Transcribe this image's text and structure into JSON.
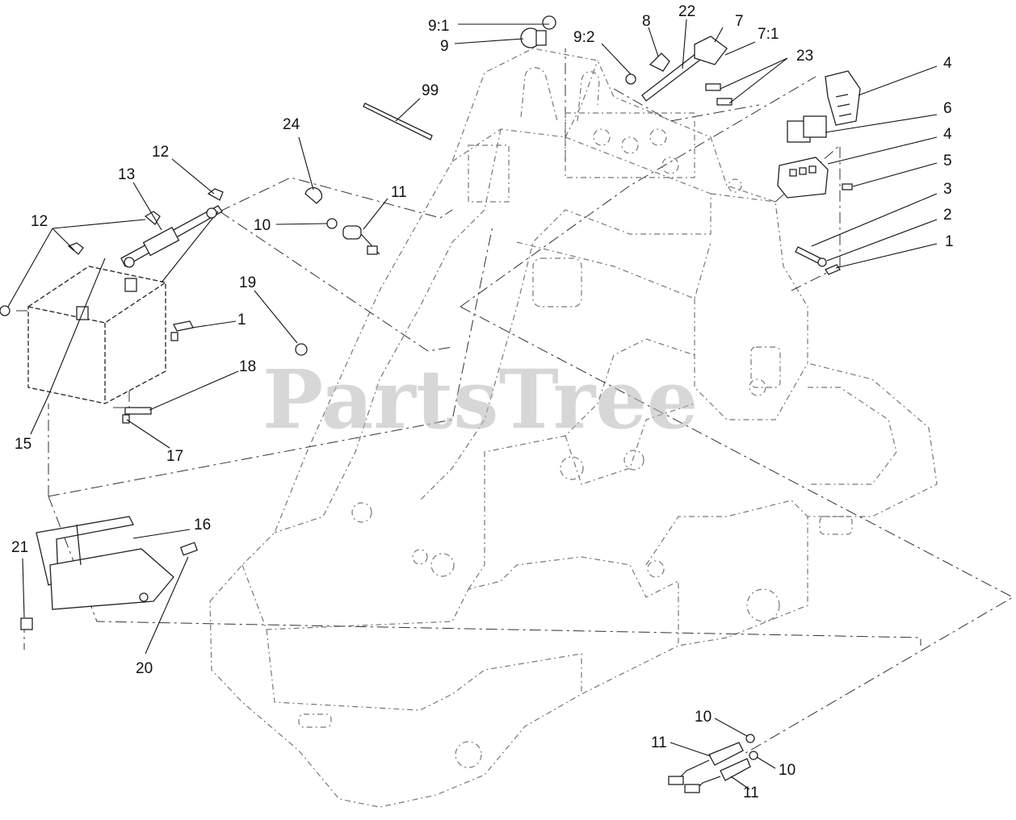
{
  "watermark": "PartsTree",
  "callouts": [
    {
      "id": "lbl-9-1",
      "text": "9:1"
    },
    {
      "id": "lbl-9",
      "text": "9"
    },
    {
      "id": "lbl-8",
      "text": "8"
    },
    {
      "id": "lbl-22",
      "text": "22"
    },
    {
      "id": "lbl-7",
      "text": "7"
    },
    {
      "id": "lbl-7-1",
      "text": "7:1"
    },
    {
      "id": "lbl-9-2",
      "text": "9:2"
    },
    {
      "id": "lbl-23",
      "text": "23"
    },
    {
      "id": "lbl-4-top",
      "text": "4"
    },
    {
      "id": "lbl-99",
      "text": "99"
    },
    {
      "id": "lbl-6",
      "text": "6"
    },
    {
      "id": "lbl-4-mid",
      "text": "4"
    },
    {
      "id": "lbl-24",
      "text": "24"
    },
    {
      "id": "lbl-5",
      "text": "5"
    },
    {
      "id": "lbl-12-right",
      "text": "12"
    },
    {
      "id": "lbl-13",
      "text": "13"
    },
    {
      "id": "lbl-11-top",
      "text": "11"
    },
    {
      "id": "lbl-3",
      "text": "3"
    },
    {
      "id": "lbl-12-left",
      "text": "12"
    },
    {
      "id": "lbl-10-top",
      "text": "10"
    },
    {
      "id": "lbl-2",
      "text": "2"
    },
    {
      "id": "lbl-1-right",
      "text": "1"
    },
    {
      "id": "lbl-19",
      "text": "19"
    },
    {
      "id": "lbl-1-left",
      "text": "1"
    },
    {
      "id": "lbl-18",
      "text": "18"
    },
    {
      "id": "lbl-15",
      "text": "15"
    },
    {
      "id": "lbl-17",
      "text": "17"
    },
    {
      "id": "lbl-16",
      "text": "16"
    },
    {
      "id": "lbl-21",
      "text": "21"
    },
    {
      "id": "lbl-20",
      "text": "20"
    },
    {
      "id": "lbl-10-bottom-top",
      "text": "10"
    },
    {
      "id": "lbl-11-bottom-left",
      "text": "11"
    },
    {
      "id": "lbl-10-bottom-right",
      "text": "10"
    },
    {
      "id": "lbl-11-bottom",
      "text": "11"
    }
  ]
}
